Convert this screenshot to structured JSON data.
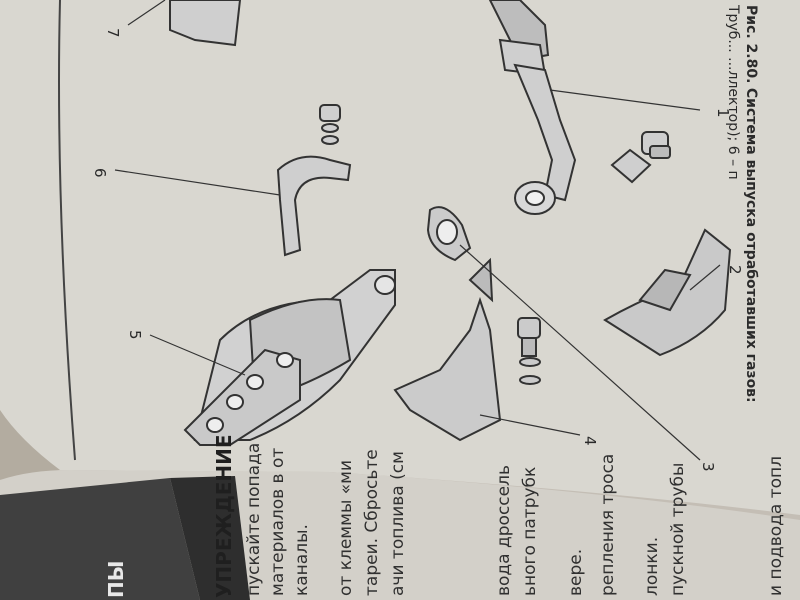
{
  "figure": {
    "caption_prefix": "Рис. 2.80.",
    "caption_title": "Система выпуска отработавших газов:",
    "caption_line2": "Труб...   ...ллектор); 6 – п",
    "callouts": [
      "1",
      "2",
      "3",
      "4",
      "5",
      "6",
      "7"
    ]
  },
  "next_page": {
    "warning_heading": "УПРЕЖДЕНИЕ",
    "section_heading": "ПЫ",
    "lines": [
      "пускайте попада",
      "материалов в от",
      "каналы.",
      "от клеммы «ми",
      "тареи. Сбросьте",
      "ачи топлива (см",
      "вода дроссель",
      "ьного патрубк",
      "вере.",
      "репления троса",
      "лонки.",
      "пускной трубы",
      "и подвода топл"
    ]
  }
}
